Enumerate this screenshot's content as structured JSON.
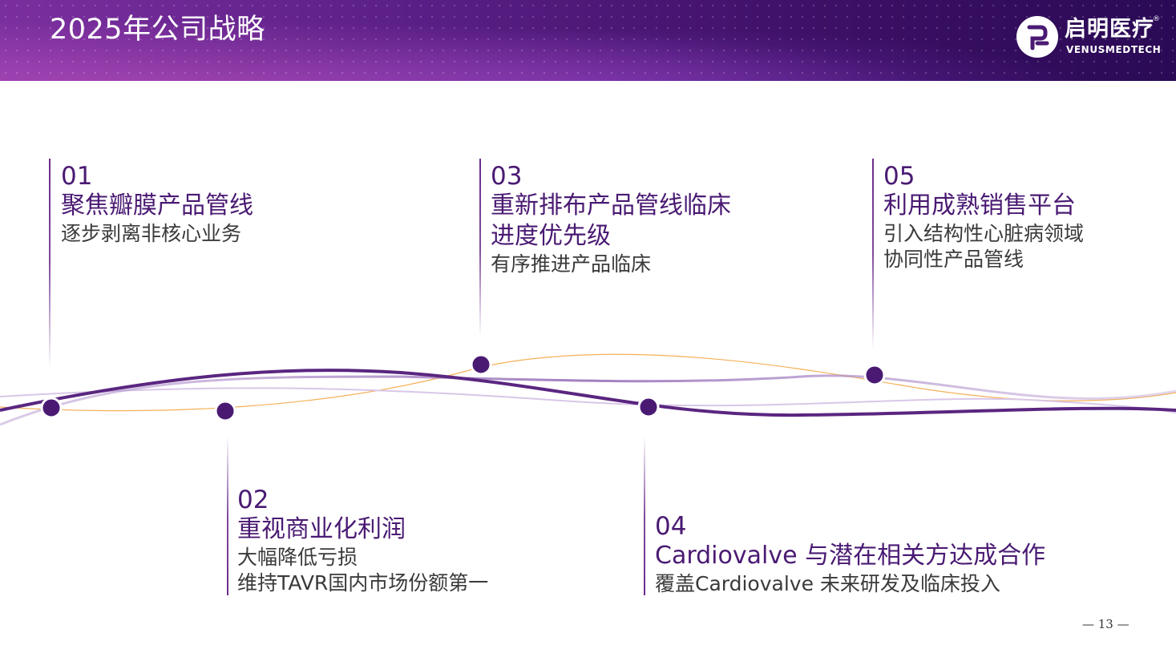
{
  "header": {
    "title": "2025年公司战略",
    "logo_cn": "启明医疗",
    "logo_en": "VENUSMEDTECH",
    "logo_reg": "®"
  },
  "colors": {
    "primary": "#4a1a73",
    "accent_orange": "#f2a23a",
    "text_gray": "#3a3a3a"
  },
  "strategies": [
    {
      "num": "01",
      "heading_lines": [
        "聚焦瓣膜产品管线"
      ],
      "desc_lines": [
        "逐步剥离非核心业务"
      ]
    },
    {
      "num": "02",
      "heading_lines": [
        "重视商业化利润"
      ],
      "desc_lines": [
        "大幅降低亏损",
        "维持TAVR国内市场份额第一"
      ]
    },
    {
      "num": "03",
      "heading_lines": [
        "重新排布产品管线临床",
        "进度优先级"
      ],
      "desc_lines": [
        "有序推进产品临床"
      ]
    },
    {
      "num": "04",
      "heading_lines": [
        "Cardiovalve 与潜在相关方达成合作"
      ],
      "desc_lines": [
        "覆盖Cardiovalve 未来研发及临床投入"
      ]
    },
    {
      "num": "05",
      "heading_lines": [
        "利用成熟销售平台"
      ],
      "desc_lines": [
        "引入结构性心脏病领域",
        "协同性产品管线"
      ]
    }
  ],
  "page_number": "— 13 —"
}
